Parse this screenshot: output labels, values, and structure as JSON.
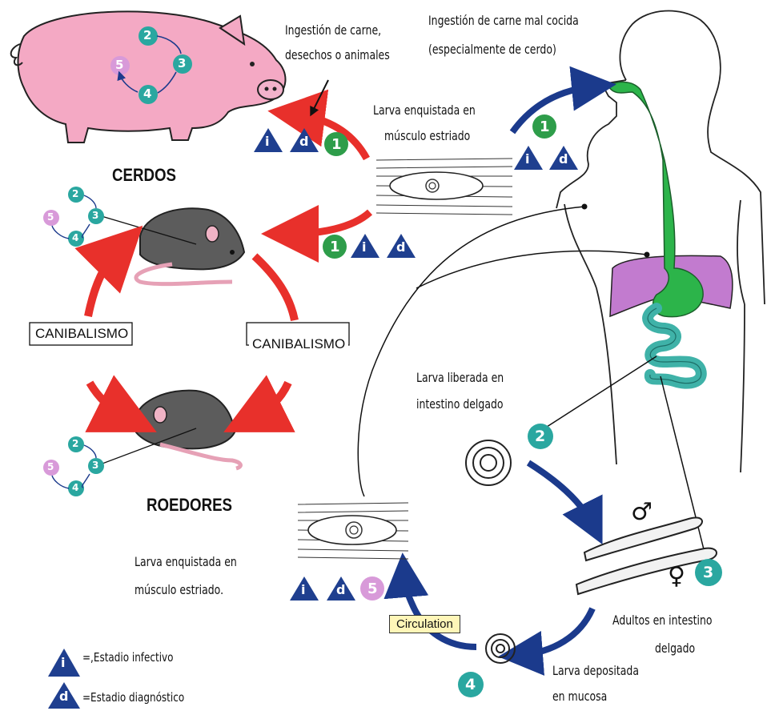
{
  "labels": {
    "pigs": "CERDOS",
    "rodents": "ROEDORES",
    "cannibalism_left": "CANIBALISMO",
    "cannibalism_right": "CANIBALISMO",
    "ingestion_pig_line1": "Ingestión de carne,",
    "ingestion_pig_line2": "desechos o animales",
    "ingestion_human_line1": "Ingestión de carne mal cocida",
    "ingestion_human_line2": "(especialmente de cerdo)",
    "larva_muscle_top_line1": "Larva enquistada en",
    "larva_muscle_top_line2": "músculo estriado",
    "larva_released_line1": "Larva liberada en",
    "larva_released_line2": "intestino delgado",
    "adults_line1": "Adultos en intestino",
    "adults_line2": "delgado",
    "larva_deposited_line1": "Larva depositada",
    "larva_deposited_line2": "en mucosa",
    "larva_muscle_bottom_line1": "Larva enquistada  en",
    "larva_muscle_bottom_line2": "músculo estriado.",
    "circulation": "Circulation"
  },
  "stage_badges": {
    "one": "1",
    "two": "2",
    "three": "3",
    "four": "4",
    "five": "5",
    "infective_letter": "i",
    "diagnostic_letter": "d"
  },
  "legend": {
    "infective_letter": "i",
    "infective_text": "=,Estadio infectivo",
    "diagnostic_letter": "d",
    "diagnostic_text": "=Estadio diagnóstico"
  },
  "sex_symbols": {
    "male": "♂",
    "female": "♀"
  },
  "colors": {
    "red_arrow": "#e8302b",
    "blue_arrow": "#1b3a8c",
    "green_badge": "#2e9d4a",
    "teal_badge": "#2aa7a0",
    "pink_badge": "#d89ad9",
    "triangle": "#1f3f8f",
    "pig": "#f4a9c4",
    "rat": "#5c5c5c",
    "liver": "#c27bcf",
    "stomach": "#2cb44a",
    "intestine": "#3fb2a8"
  }
}
